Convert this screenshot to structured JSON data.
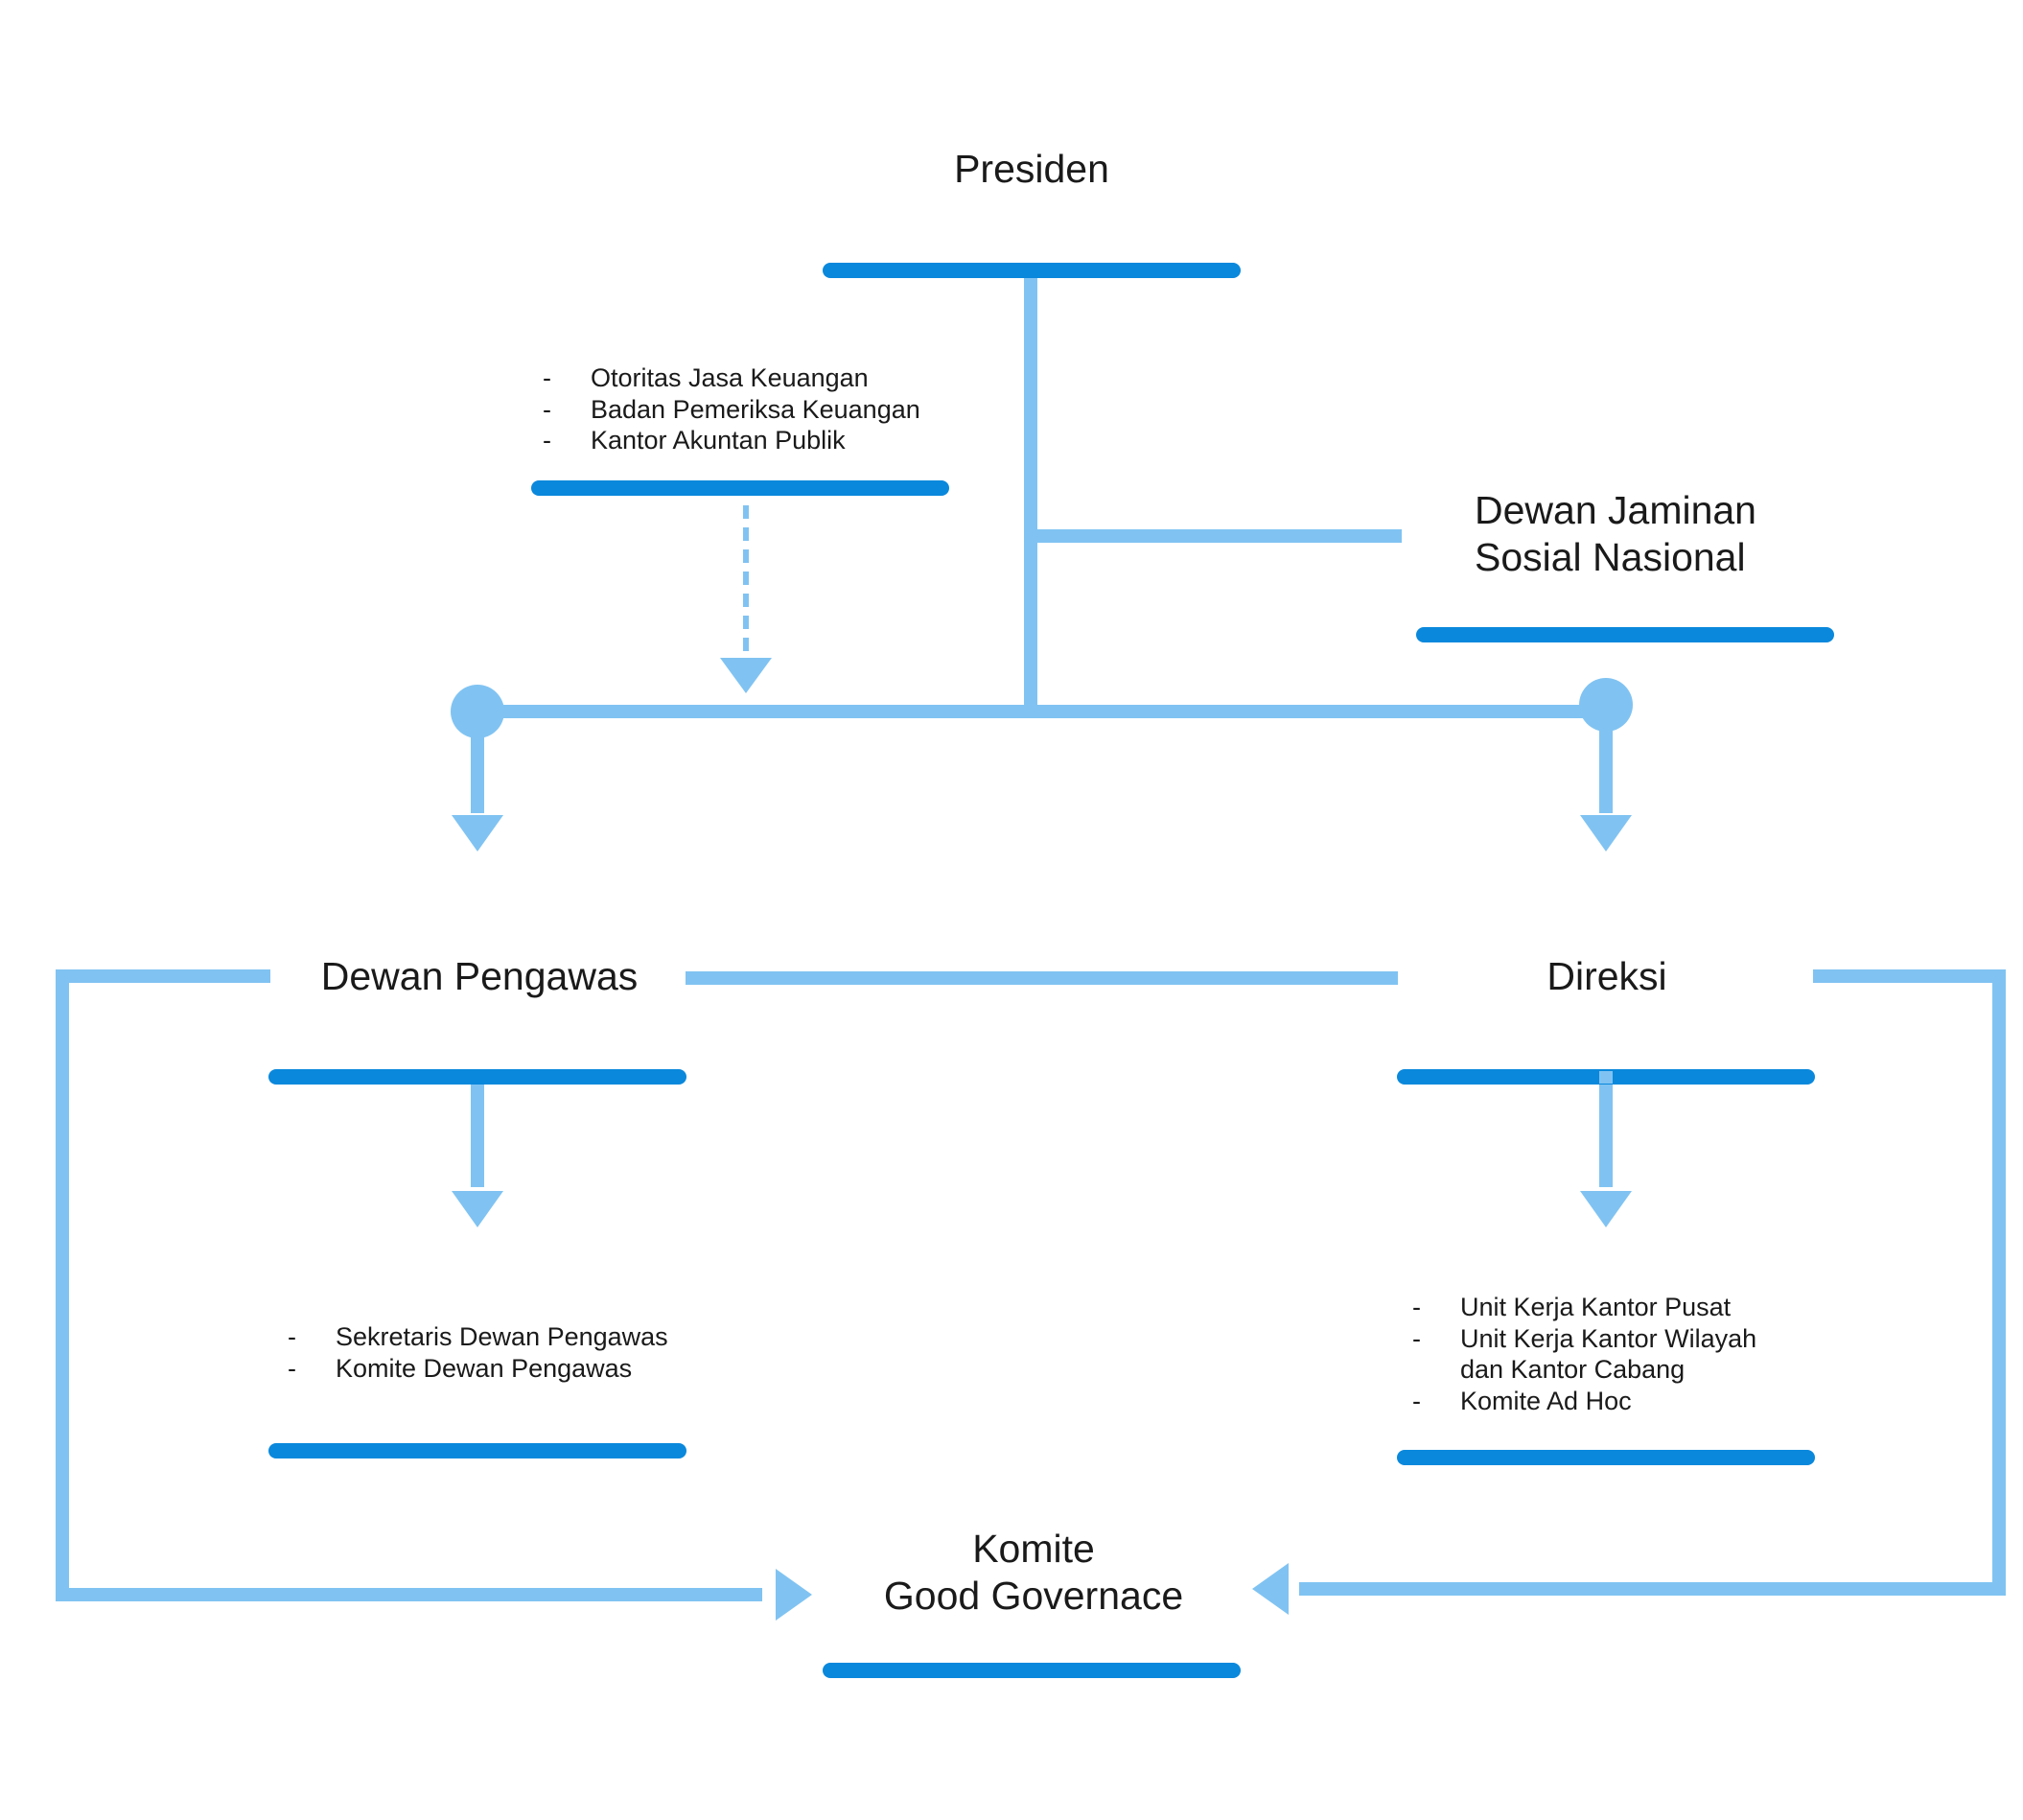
{
  "colors": {
    "accent_dark": "#0a88dc",
    "connector_light": "#80c3f2",
    "text": "#1a1a1a",
    "background": "#ffffff"
  },
  "nodes": {
    "presiden": {
      "title": "Presiden"
    },
    "regulators": {
      "items": [
        "Otoritas Jasa Keuangan",
        "Badan Pemeriksa Keuangan",
        "Kantor Akuntan Publik"
      ]
    },
    "djsn": {
      "title_line1": "Dewan Jaminan",
      "title_line2": "Sosial Nasional"
    },
    "dewan_pengawas": {
      "title": "Dewan Pengawas"
    },
    "direksi": {
      "title": "Direksi"
    },
    "dewan_pengawas_units": {
      "items": [
        "Sekretaris Dewan Pengawas",
        "Komite Dewan Pengawas"
      ]
    },
    "direksi_units": {
      "items": [
        "Unit Kerja Kantor Pusat",
        "Unit Kerja Kantor Wilayah\ndan Kantor Cabang",
        "Komite Ad Hoc"
      ]
    },
    "komite_gg": {
      "title_line1": "Komite",
      "title_line2": "Good Governace"
    }
  }
}
